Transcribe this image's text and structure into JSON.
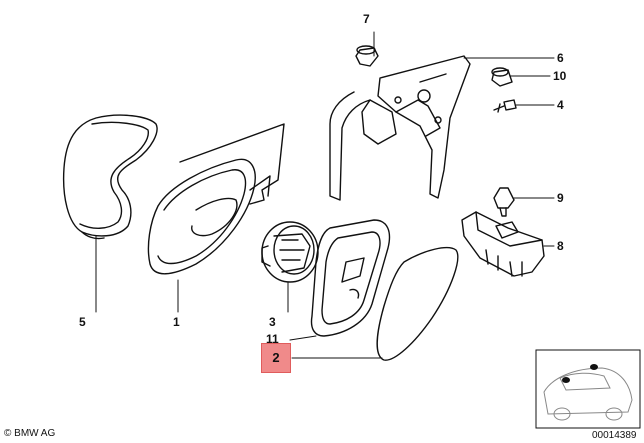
{
  "callouts": {
    "c1": "1",
    "c2": "2",
    "c3": "3",
    "c4": "4",
    "c5": "5",
    "c6": "6",
    "c7": "7",
    "c8": "8",
    "c9": "9",
    "c10": "10",
    "c11": "11"
  },
  "highlight_color": "#f08a8a",
  "footer": {
    "copyright": "© BMW AG",
    "diagram_number": "00014389"
  }
}
